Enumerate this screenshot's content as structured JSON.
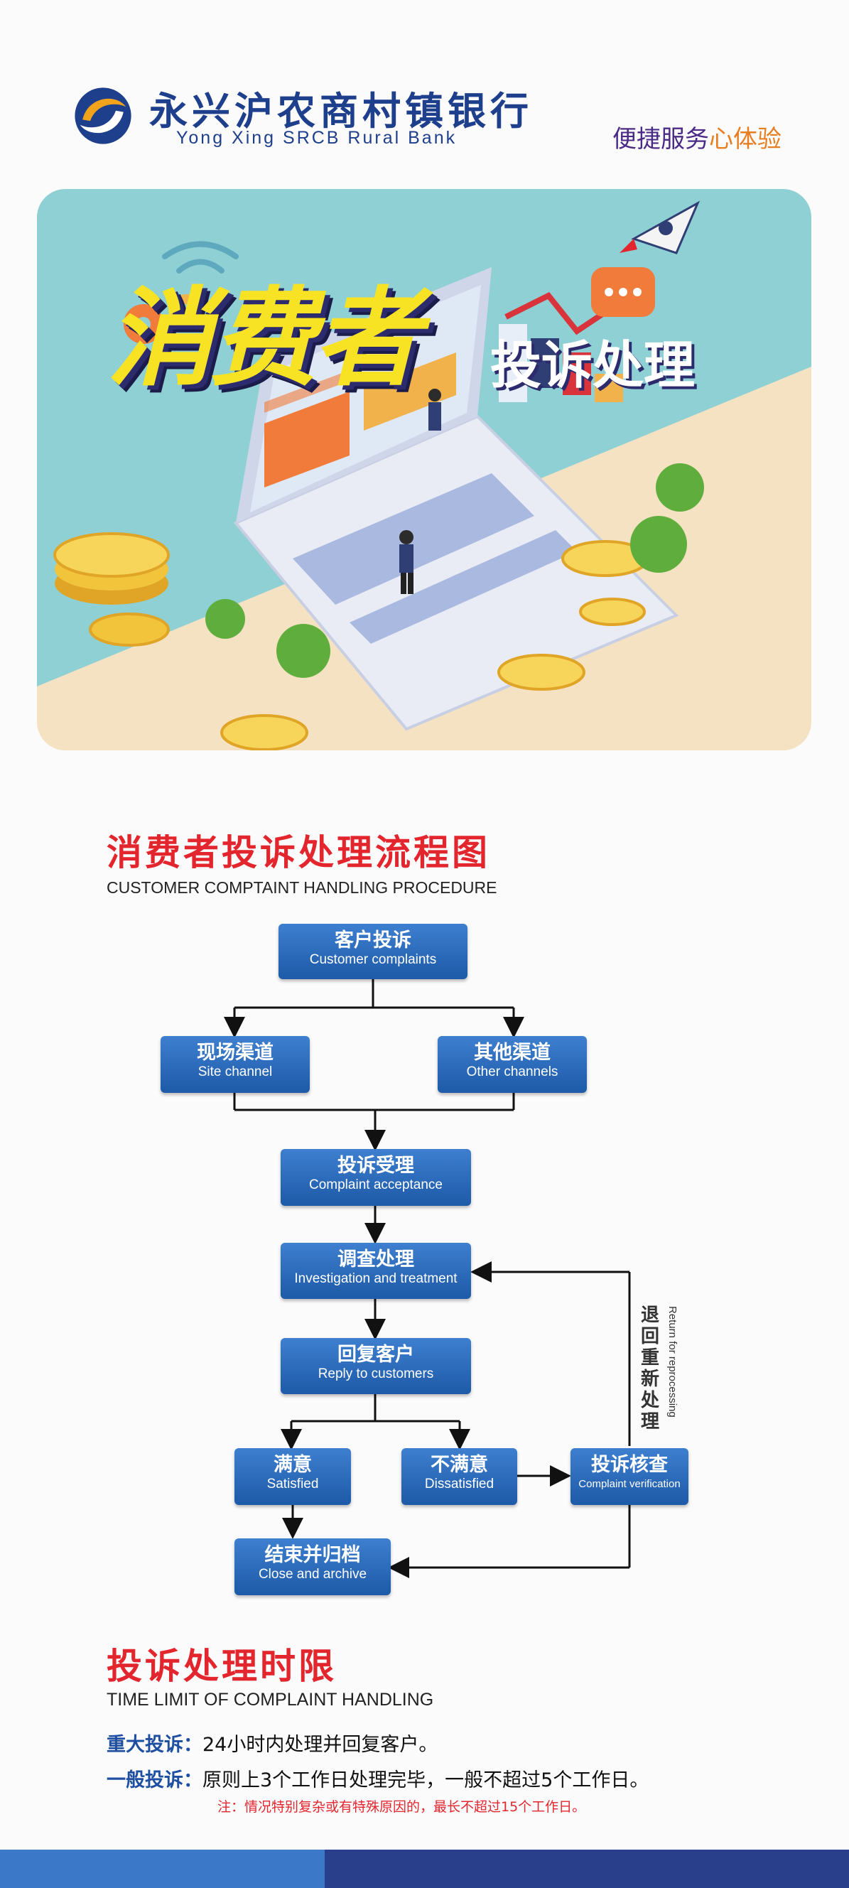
{
  "header": {
    "bank_name_cn": "永兴沪农商村镇银行",
    "bank_name_en": "Yong Xing SRCB Rural Bank",
    "slogan_part1": "便捷服务",
    "slogan_part2": "心体验",
    "logo_icon": "bank-logo-icon"
  },
  "hero": {
    "title": "消费者",
    "subtitle": "投诉处理"
  },
  "flowchart": {
    "title": "消费者投诉处理流程图",
    "subtitle": "CUSTOMER COMPTAINT HANDLING PROCEDURE",
    "steps": {
      "complaints": {
        "cn": "客户投诉",
        "en": "Customer complaints"
      },
      "site": {
        "cn": "现场渠道",
        "en": "Site channel"
      },
      "other": {
        "cn": "其他渠道",
        "en": "Other channels"
      },
      "acceptance": {
        "cn": "投诉受理",
        "en": "Complaint acceptance"
      },
      "investigation": {
        "cn": "调查处理",
        "en": "Investigation and treatment"
      },
      "reply": {
        "cn": "回复客户",
        "en": "Reply to customers"
      },
      "satisfied": {
        "cn": "满意",
        "en": "Satisfied"
      },
      "dissatisfied": {
        "cn": "不满意",
        "en": "Dissatisfied"
      },
      "verification": {
        "cn": "投诉核查",
        "en": "Complaint verification"
      },
      "close": {
        "cn": "结束并归档",
        "en": "Close and archive"
      }
    },
    "return_cn": "退回重新处理",
    "return_en": "Return for reprocessing"
  },
  "time_limit": {
    "title": "投诉处理时限",
    "subtitle": "TIME LIMIT OF COMPLAINT HANDLING",
    "major_label": "重大投诉：",
    "major_text": "24小时内处理并回复客户。",
    "general_label": "一般投诉：",
    "general_text": "原则上3个工作日处理完毕，一般不超过5个工作日。",
    "note": "注：情况特别复杂或有特殊原因的，最长不超过15个工作日。"
  },
  "colors": {
    "brand_blue": "#1e3f8c",
    "accent_red": "#e3262e",
    "box_blue": "#2a6bbf",
    "hero_teal": "#8fd0d4",
    "hero_beige": "#f5e2c2"
  }
}
